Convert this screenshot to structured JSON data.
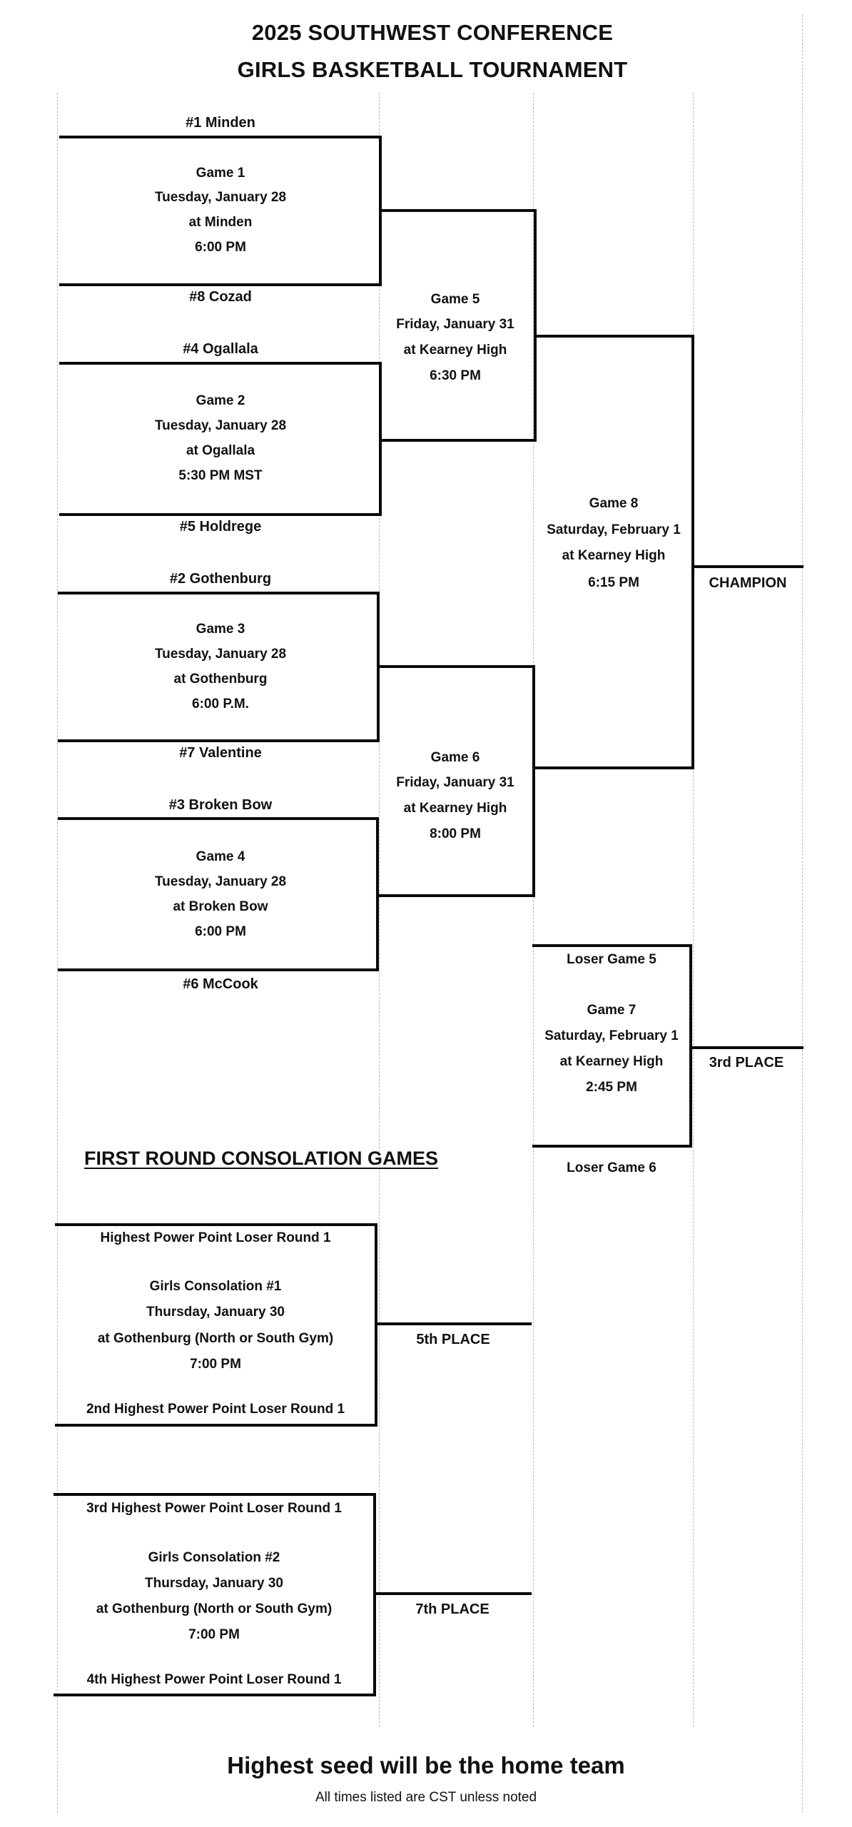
{
  "header": {
    "title_line1": "2025 SOUTHWEST CONFERENCE",
    "title_line2": "GIRLS BASKETBALL TOURNAMENT"
  },
  "first_round": [
    {
      "top_team": "#1 Minden",
      "bottom_team": "#8 Cozad",
      "game": "Game 1",
      "date": "Tuesday, January 28",
      "location": "at Minden",
      "time": "6:00 PM"
    },
    {
      "top_team": "#4 Ogallala",
      "bottom_team": "#5 Holdrege",
      "game": "Game 2",
      "date": "Tuesday, January 28",
      "location": "at Ogallala",
      "time": "5:30 PM MST"
    },
    {
      "top_team": "#2 Gothenburg",
      "bottom_team": "#7 Valentine",
      "game": "Game 3",
      "date": "Tuesday, January 28",
      "location": "at Gothenburg",
      "time": "6:00 P.M."
    },
    {
      "top_team": "#3 Broken Bow",
      "bottom_team": "#6 McCook",
      "game": "Game 4",
      "date": "Tuesday, January 28",
      "location": "at Broken Bow",
      "time": "6:00 PM"
    }
  ],
  "semifinals": [
    {
      "game": "Game 5",
      "date": "Friday, January 31",
      "location": "at Kearney High",
      "time": "6:30 PM"
    },
    {
      "game": "Game 6",
      "date": "Friday, January 31",
      "location": "at Kearney High",
      "time": "8:00 PM"
    }
  ],
  "final": {
    "game": "Game 8",
    "date": "Saturday, February 1",
    "location": "at Kearney High",
    "time": "6:15 PM",
    "result_label": "CHAMPION"
  },
  "third_place": {
    "top_team": "Loser Game 5",
    "bottom_team": "Loser Game 6",
    "game": "Game 7",
    "date": "Saturday, February 1",
    "location": "at Kearney High",
    "time": "2:45 PM",
    "result_label": "3rd PLACE"
  },
  "consolation": {
    "heading": "FIRST ROUND CONSOLATION GAMES",
    "games": [
      {
        "top_team": "Highest Power Point Loser Round 1",
        "bottom_team": "2nd Highest Power Point Loser Round 1",
        "game": "Girls Consolation #1",
        "date": "Thursday, January 30",
        "location": "at Gothenburg (North or South Gym)",
        "time": "7:00 PM",
        "result_label": "5th PLACE"
      },
      {
        "top_team": "3rd Highest Power Point Loser Round 1",
        "bottom_team": "4th Highest Power Point Loser Round 1",
        "game": "Girls Consolation #2",
        "date": "Thursday, January 30",
        "location": "at Gothenburg (North or South Gym)",
        "time": "7:00 PM",
        "result_label": "7th PLACE"
      }
    ]
  },
  "footer": {
    "note": "Highest seed will be the home team",
    "timezone_note": "All times listed are CST unless noted"
  }
}
